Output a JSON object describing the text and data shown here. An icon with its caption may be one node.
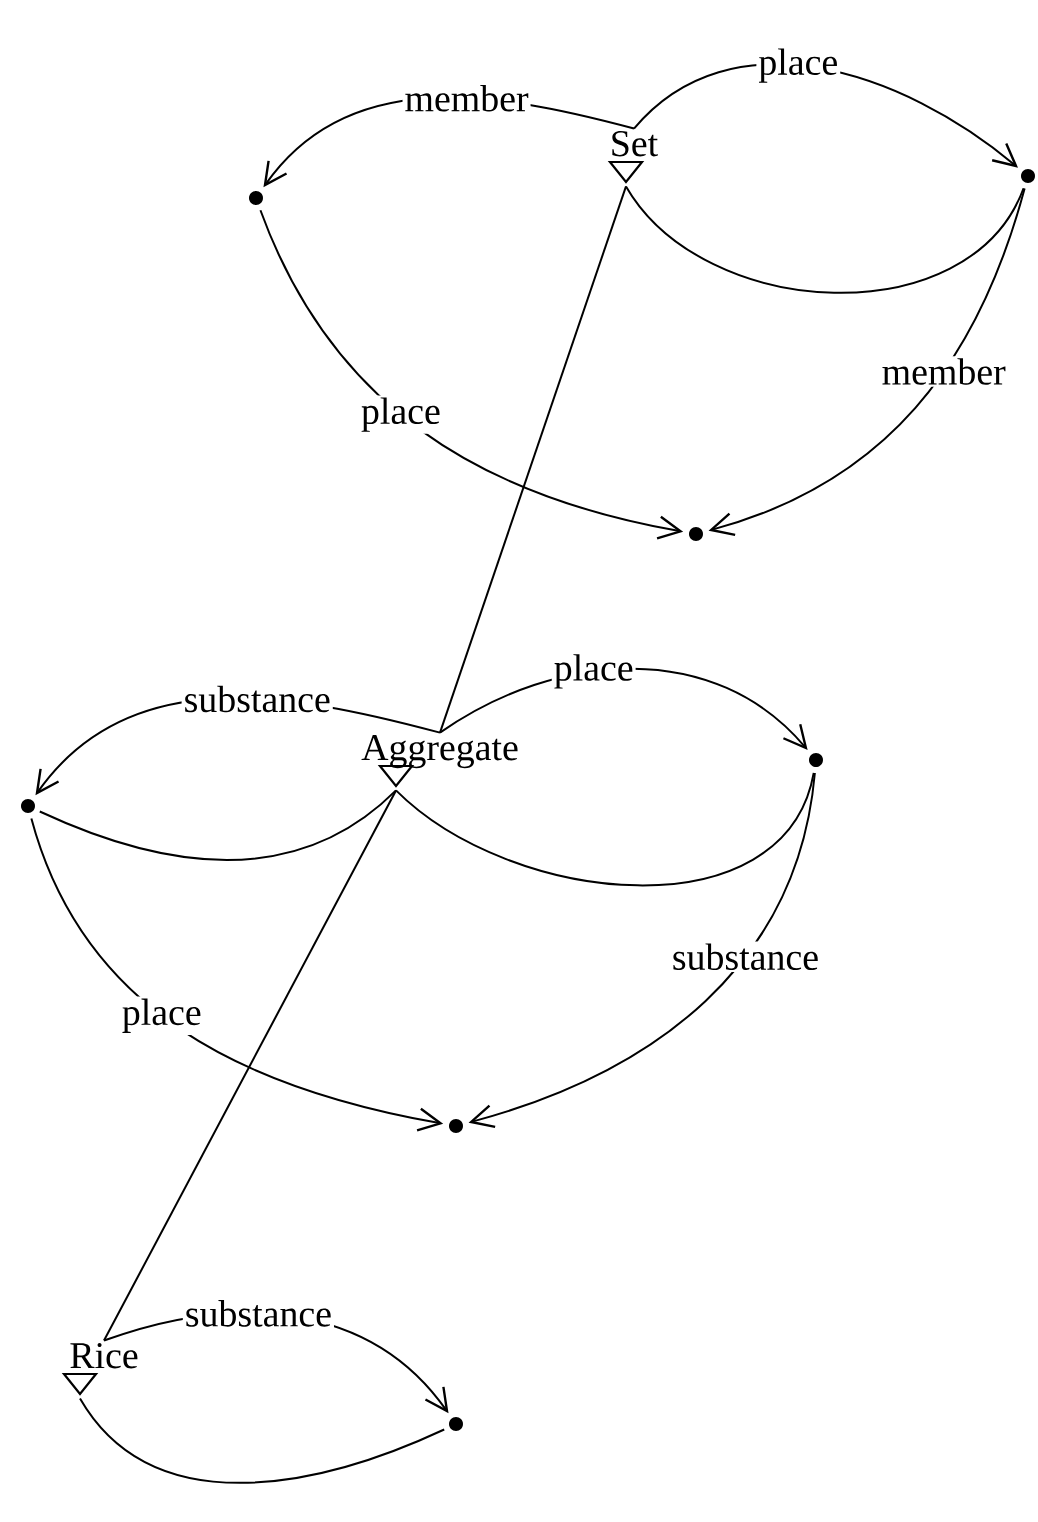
{
  "diagram": {
    "nodes": [
      {
        "text": [
          "Set"
        ]
      },
      {
        "text": [],
        "shape": "circle"
      },
      {
        "text": [],
        "shape": "circle"
      },
      {
        "text": [],
        "shape": "circle"
      },
      {
        "text": [
          "Aggregate"
        ]
      },
      {
        "text": [],
        "shape": "circle"
      },
      {
        "text": [],
        "shape": "circle"
      },
      {
        "text": [],
        "shape": "circle"
      },
      {
        "text": [
          "Rice"
        ]
      },
      {
        "text": [],
        "shape": "circle"
      }
    ],
    "edges": [
      {
        "from": 0,
        "to": 1,
        "arrow": "to",
        "label": "member"
      },
      {
        "from": 0,
        "to": 2,
        "arrow": "to",
        "label": "place"
      },
      {
        "from": 0,
        "to": 2,
        "arrow": "none"
      },
      {
        "from": 1,
        "to": 3,
        "arrow": "to",
        "label": "place"
      },
      {
        "from": 2,
        "to": 3,
        "arrow": "to",
        "label": "member"
      },
      {
        "from": 0,
        "to": 4,
        "arrow": "none"
      },
      {
        "from": 4,
        "to": 5,
        "arrow": "to",
        "label": "substance"
      },
      {
        "from": 4,
        "to": 6,
        "arrow": "to",
        "label": "place"
      },
      {
        "from": 4,
        "to": 5,
        "arrow": "none"
      },
      {
        "from": 4,
        "to": 6,
        "arrow": "none"
      },
      {
        "from": 5,
        "to": 7,
        "arrow": "to",
        "label": "place"
      },
      {
        "from": 6,
        "to": 7,
        "arrow": "to",
        "label": "substance"
      },
      {
        "from": 4,
        "to": 8,
        "arrow": "none"
      },
      {
        "from": 8,
        "to": 9,
        "arrow": "to",
        "label": "substance"
      },
      {
        "from": 8,
        "to": 9,
        "arrow": "none"
      }
    ]
  }
}
